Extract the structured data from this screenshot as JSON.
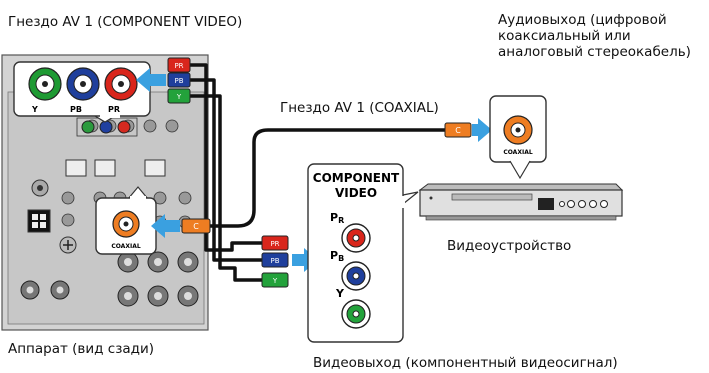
{
  "labels": {
    "av1_component": "Гнездо AV 1 (COMPONENT VIDEO)",
    "av1_coaxial": "Гнездо AV 1 (COAXIAL)",
    "audio_out": "Аудиовыход (цифровой коаксиальный или аналоговый стереокабель)",
    "receiver": "Аппарат (вид сзади)",
    "video_device": "Видеоустройство",
    "video_out": "Видеовыход (компонентный видеосигнал)"
  },
  "component_panel": {
    "title": "COMPONENT VIDEO",
    "pr": "PR",
    "pb": "PB",
    "y": "Y"
  },
  "plugs": {
    "pr": "PR",
    "pb": "PB",
    "y": "Y",
    "coax": "C"
  },
  "coaxial_jack_label": "COAXIAL",
  "receiver_jacks": {
    "y": "Y",
    "pb": "PB",
    "pr": "PR"
  },
  "colors": {
    "red": "#d9261c",
    "blue": "#1f3f9c",
    "green": "#23a23b",
    "orange": "#ee7d22",
    "arrow": "#3aa0e0",
    "panel": "#cfcfcf"
  }
}
